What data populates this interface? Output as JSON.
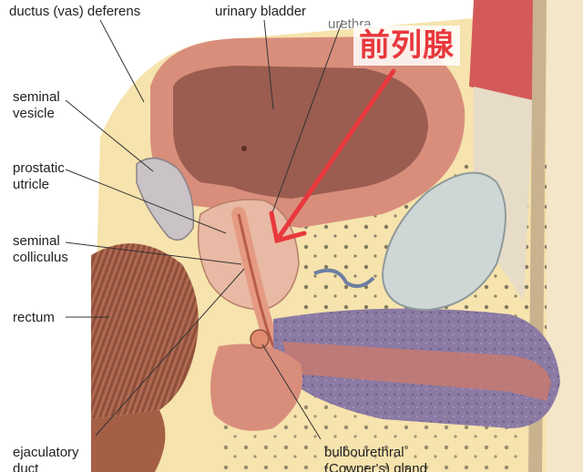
{
  "labels": {
    "ductus_deferens": "ductus (vas) deferens",
    "urinary_bladder": "urinary bladder",
    "urethra": "urethra",
    "seminal_vesicle": [
      "seminal",
      "vesicle"
    ],
    "prostatic_utricle": [
      "prostatic",
      "utricle"
    ],
    "seminal_colliculus": [
      "seminal",
      "colliculus"
    ],
    "rectum": "rectum",
    "ejaculatory_duct": [
      "ejaculatory",
      "duct"
    ],
    "bulbourethral_gland": [
      "bulbourethral",
      "(Cowper's) gland"
    ]
  },
  "annotation": {
    "text": "前列腺",
    "color": "#e8383d"
  },
  "colors": {
    "background": "#ffffff",
    "fat": "#f6e3ad",
    "bladder_wall": "#d98e7c",
    "bladder_cavity": "#9a5d50",
    "prostate": "#e8b9a4",
    "rectum": "#a45f45",
    "penile_tissue": "#8b7aa3",
    "muscle_band": "#d45a5a",
    "testis": "#cfd6d6",
    "arrow": "#e8383d"
  }
}
